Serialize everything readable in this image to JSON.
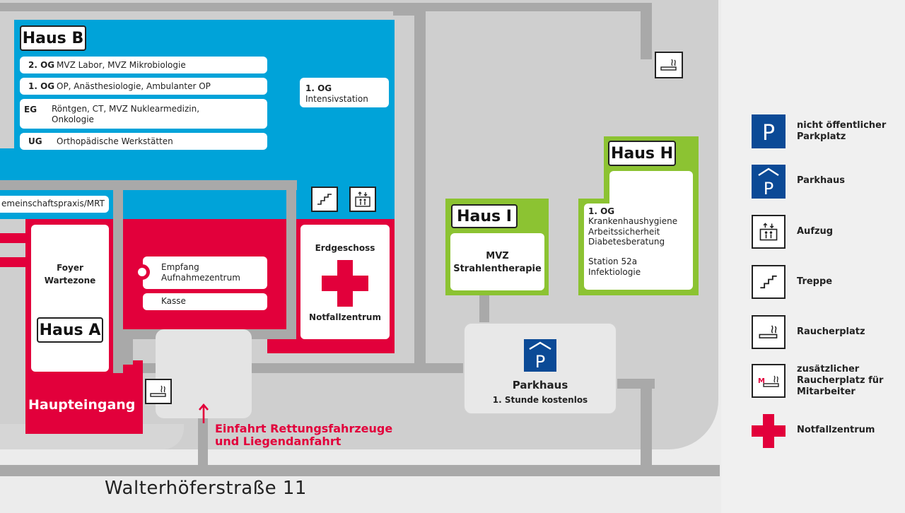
{
  "haus_b": {
    "title": "Haus B",
    "floors": [
      {
        "level": "2. OG",
        "desc": "MVZ Labor, MVZ Mikrobiologie"
      },
      {
        "level": "1. OG",
        "desc": "OP, Anästhesiologie, Ambulanter OP"
      },
      {
        "level": "EG",
        "desc": "Röntgen, CT, MVZ Nuklearmedizin,",
        "desc2": "Onkologie"
      },
      {
        "level": "UG",
        "desc": "Orthopädische Werkstätten"
      }
    ],
    "side_level": "1. OG",
    "side_desc": "Intensivstation"
  },
  "gemeinschaft": "emeinschaftspraxis/MRT",
  "haus_a": {
    "title": "Haus A",
    "foyer": "Foyer",
    "wartezone": "Wartezone",
    "empfang": "Empfang",
    "aufnahme": "Aufnahmezentrum",
    "kasse": "Kasse",
    "haupteingang": "Haupteingang"
  },
  "notfall": {
    "top": "Erdgeschoss",
    "bottom": "Notfallzentrum"
  },
  "haus_i": {
    "title": "Haus I",
    "line1": "MVZ",
    "line2": "Strahlentherapie"
  },
  "haus_h": {
    "title": "Haus H",
    "level": "1. OG",
    "lines": [
      "Krankenhaushygiene",
      "Arbeitssicherheit",
      "Diabetesberatung"
    ],
    "station": "Station 52a",
    "station2": "Infektiologie"
  },
  "parkhaus": {
    "title": "Parkhaus",
    "sub": "1. Stunde kostenlos"
  },
  "einfahrt": {
    "line1": "Einfahrt Rettungsfahrzeuge",
    "line2": "und Liegendanfahrt"
  },
  "street": "Walterhöferstraße 11",
  "legend": [
    {
      "icon": "parking-icon",
      "label1": "nicht öffentlicher",
      "label2": "Parkplatz"
    },
    {
      "icon": "parkhaus-icon",
      "label1": "Parkhaus",
      "label2": ""
    },
    {
      "icon": "elevator-icon",
      "label1": "Aufzug",
      "label2": ""
    },
    {
      "icon": "stairs-icon",
      "label1": "Treppe",
      "label2": ""
    },
    {
      "icon": "smoking-icon",
      "label1": "Raucherplatz",
      "label2": ""
    },
    {
      "icon": "staff-smoking-icon",
      "label1": "zusätzlicher",
      "label2": "Raucherplatz für",
      "label3": "Mitarbeiter"
    },
    {
      "icon": "emergency-cross-icon",
      "label1": "Notfallzentrum",
      "label2": ""
    }
  ],
  "colors": {
    "blue": "#00a3d9",
    "red": "#e2003b",
    "green": "#8cc332",
    "parking": "#0b4a96"
  }
}
